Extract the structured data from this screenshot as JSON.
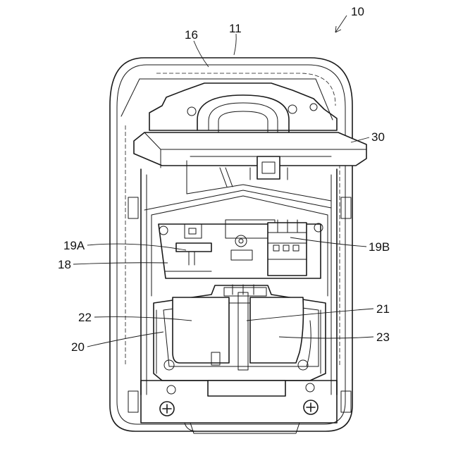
{
  "figure": {
    "labels": {
      "device": "10",
      "cover": "11",
      "upper_member": "16",
      "clip": "30",
      "terminal_left": "19A",
      "terminal_right": "19B",
      "board": "18",
      "left_compartment": "22",
      "divider": "21",
      "holder": "20",
      "right_compartment": "23"
    }
  }
}
